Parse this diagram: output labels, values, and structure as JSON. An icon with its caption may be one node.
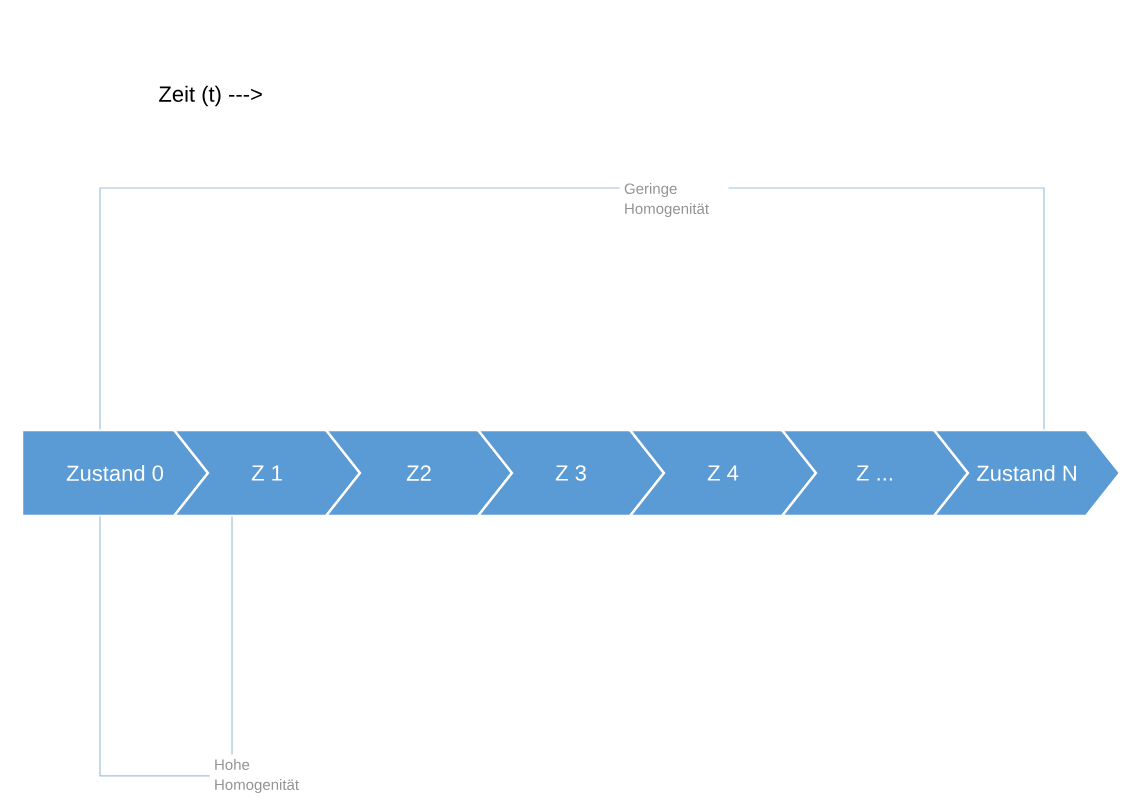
{
  "diagram": {
    "nodes": [
      {
        "text": [
          "Zustand 0"
        ]
      },
      {
        "text": [
          "Z 1"
        ]
      },
      {
        "text": [
          "Z2"
        ]
      },
      {
        "text": [
          "Z 3"
        ]
      },
      {
        "text": [
          "Z 4"
        ]
      },
      {
        "text": [
          "Z ..."
        ]
      },
      {
        "text": [
          "Zustand N"
        ]
      },
      {
        "text": [
          "Geringe Homogenität"
        ]
      },
      {
        "text": [
          "Hohe Homogenität"
        ]
      }
    ],
    "edges": [
      {
        "from": 7,
        "to": 0,
        "arrow": "none"
      },
      {
        "from": 7,
        "to": 6,
        "arrow": "none"
      },
      {
        "from": 8,
        "to": 0,
        "arrow": "none"
      },
      {
        "from": 8,
        "to": 1,
        "arrow": "none"
      }
    ],
    "labels": [
      "Zeit (t) --->"
    ]
  }
}
